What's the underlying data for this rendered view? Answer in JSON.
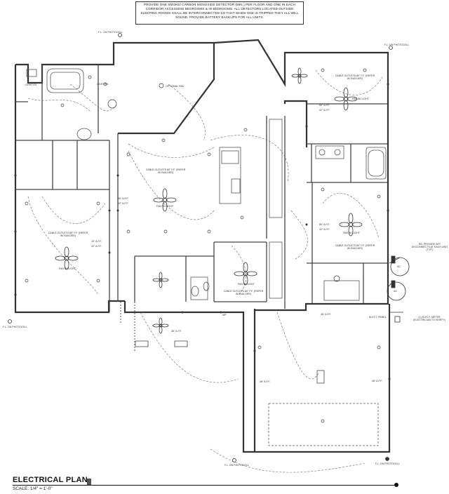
{
  "general_note": "PROVIDE ONE SMOKE/ CARBON MONOXIDE DETECTOR (MIN.) PER FLOOR AND ONE IN EACH CORRIDOR ACCESSING BEDROOMS & IN BEDROOMS. ALL DETECTORS LOCATED OUTSIDE SLEEPING ROOMS SHALL BE INTERCONNECTED SO THAT WHEN ONE IS TRIPPED THEY ALL WILL SOUND. PROVIDE BATTERY BACKUPS FOR ALL UNITS.",
  "title": "ELECTRICAL PLAN",
  "scale": "SCALE: 1/4\" = 1'-0\"",
  "annotations": {
    "fl_photocell_top_left": "F.L. ON PHOTOCELL",
    "fl_photocell_top_right": "F.L. ON PHOTOCELL",
    "fl_photocell_left": "F.L. ON PHOTOCELL",
    "fl_photocell_bottom_left": "F.L. ON PHOTOCELL",
    "fl_photocell_bottom_right": "F.L. ON PHOTOCELL",
    "light_ex_bath": "LIGHT EX.",
    "light_ex_hall": "LIGHT EX.",
    "optional_fan": "OPTIONAL FAN",
    "cable_master": "CABLE OUTLETS 80\" F.F. (REFER W/ BUILDER)",
    "fan_light_master": "FAN W/ LIGHT",
    "cable_great_room": "CABLE OUTLETS 80\" F.F. (REFER W/ BUILDER)",
    "fan_light_great": "FAN W/ LIGHT",
    "cable_bedroom_right_top": "CABLE OUTLETS 80\" F.F. (REFER W/ BUILDER)",
    "fan_light_right_top": "FAN W/ LIGHT",
    "cable_bedroom_right_mid": "CABLE OUTLETS 80\" F.F. (REFER W/ BUILDER)",
    "fan_light_right_mid": "FAN W/ LIGHT",
    "cable_dining": "CABLE OUTLETS 80\" F.F. (REFER W/ BUILDER)",
    "fan_light_dining": "FAN W/ LIGHT",
    "aff_1": "60\" A.F.F.",
    "aff_2": "42\" A.F.F.",
    "aff_3": "10\" A.F.F.",
    "aff_4": "42\" A.F.F.",
    "aff_5": "80\" A.F.F.",
    "aff_6": "42\" A.F.F.",
    "aff_7": "80\" A.F.F.",
    "aff_8": "42\" A.F.F.",
    "aff_9": "36\" A.F.F.",
    "aff_10": "36\" A.F.F.",
    "aff_11": "36\" A.F.F.",
    "aff_12": "36\" A.F.F.",
    "re_provide": "RE: PROVIDE W.P. DISCONNECTS AT EACH UNIT (TYP.)",
    "ac_1": "AC",
    "ac_2": "AC",
    "elect_panel": "ELECT. PANEL",
    "elect_meter": "(1) ELECT. METER (ELECTRICIAN TO VERIFY)",
    "wp": "WP"
  }
}
